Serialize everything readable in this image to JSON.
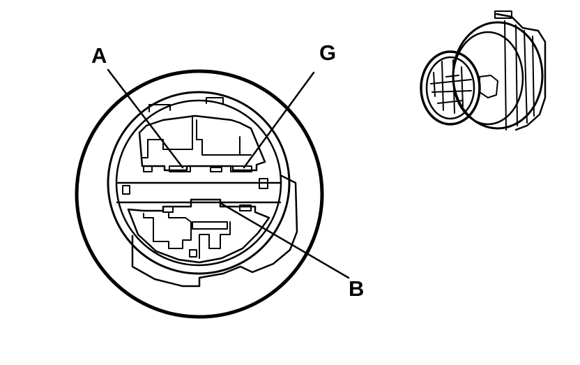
{
  "callouts": {
    "a": "A",
    "g": "G",
    "b": "B"
  }
}
